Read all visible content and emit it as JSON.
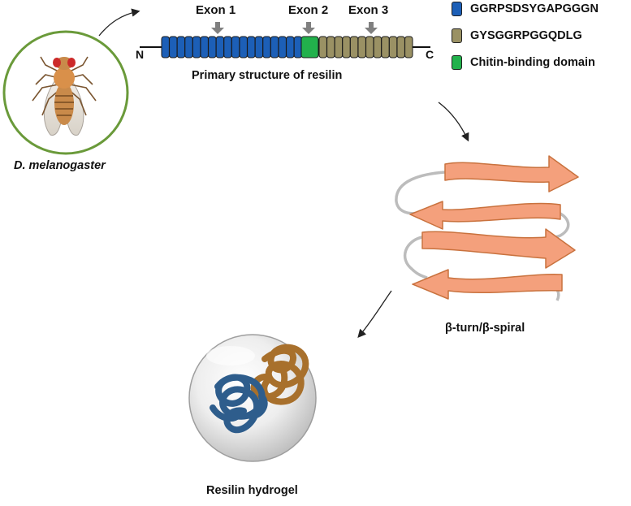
{
  "exons": {
    "exon1": "Exon 1",
    "exon2": "Exon 2",
    "exon3": "Exon 3"
  },
  "termini": {
    "n": "N",
    "c": "C"
  },
  "primary_caption": "Primary structure of resilin",
  "organism": "D. melanogaster",
  "legend": [
    {
      "label": "GGRPSDSYGAPGGGN",
      "color": "#1c5fb7"
    },
    {
      "label": "GYSGGRPGGQDLG",
      "color": "#9a9164"
    },
    {
      "label": "Chitin-binding domain",
      "color": "#22b14c"
    }
  ],
  "structure_caption": "β-turn/β-spiral",
  "hydrogel_caption": "Resilin hydrogel",
  "colors": {
    "blue_repeat": "#1c5fb7",
    "olive_repeat": "#9a9164",
    "chitin": "#22b14c",
    "beta_strand": "#f4a07c",
    "fly_circle": "#6a9a3a",
    "blue_chain": "#2e5d8c",
    "brown_chain": "#a8702c"
  },
  "icons": [
    "fly-illustration",
    "down-arrow-icon",
    "beta-strand-arrow",
    "hydrogel-sphere"
  ]
}
